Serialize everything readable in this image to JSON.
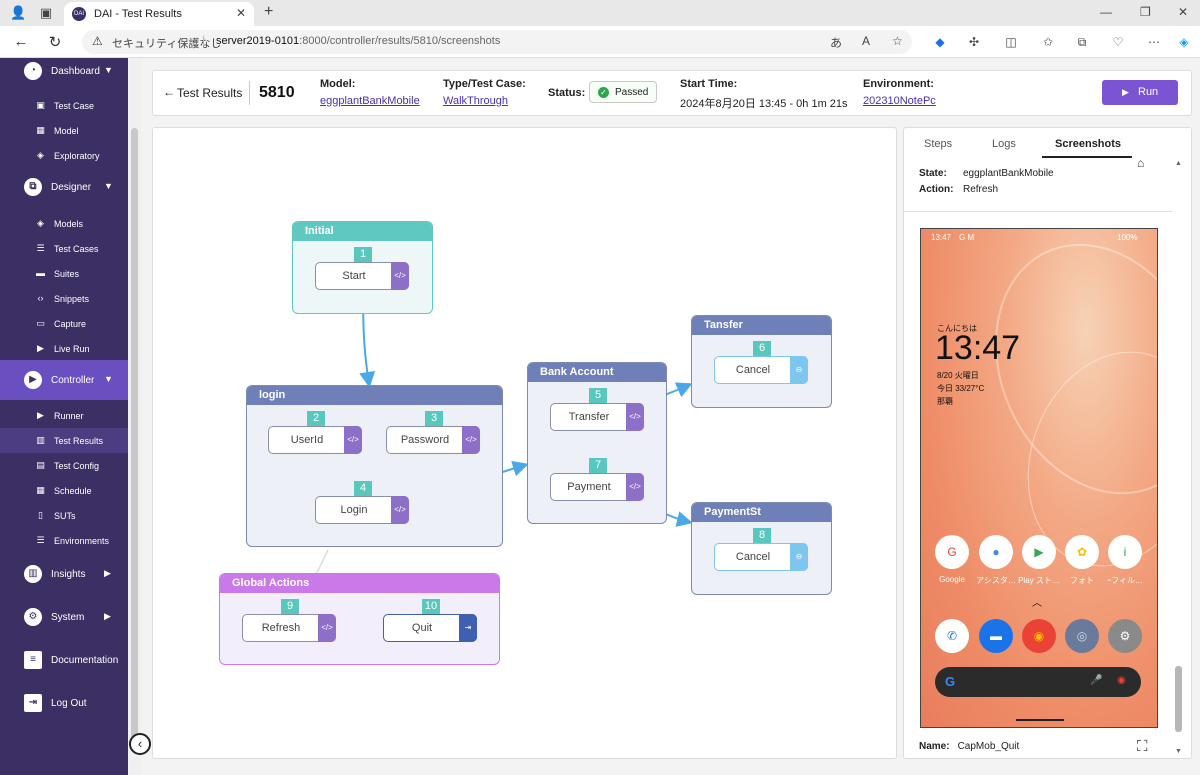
{
  "browser": {
    "tab_title": "DAI - Test Results",
    "tab_favicon": "DAI",
    "security_text": "セキュリティ保護なし",
    "url_host": "server2019-0101",
    "url_rest": ":8000/controller/results/5810/screenshots"
  },
  "sidebar": {
    "dashboard": "Dashboard",
    "test_case": "Test Case",
    "model": "Model",
    "exploratory": "Exploratory",
    "designer": "Designer",
    "models": "Models",
    "test_cases": "Test Cases",
    "suites": "Suites",
    "snippets": "Snippets",
    "capture": "Capture",
    "live_run": "Live Run",
    "controller": "Controller",
    "runner": "Runner",
    "test_results": "Test Results",
    "test_config": "Test Config",
    "schedule": "Schedule",
    "suts": "SUTs",
    "environments": "Environments",
    "insights": "Insights",
    "system": "System",
    "documentation": "Documentation",
    "logout": "Log Out"
  },
  "header": {
    "back_label": "Test Results",
    "run_id": "5810",
    "model_label": "Model:",
    "model_value": "eggplantBankMobile",
    "type_label": "Type/Test Case:",
    "type_value": "WalkThrough",
    "status_label": "Status:",
    "status_value": "Passed",
    "start_label": "Start Time:",
    "start_value": "2024年8月20日 13:45 - 0h 1m 21s",
    "env_label": "Environment:",
    "env_value": "202310NotePc",
    "run_button": "Run"
  },
  "diagram": {
    "states": {
      "initial": "Initial",
      "login": "login",
      "bank_account": "Bank Account",
      "tansfer": "Tansfer",
      "paymentst": "PaymentSt",
      "global_actions": "Global Actions"
    },
    "steps": [
      {
        "num": "1",
        "label": "Start"
      },
      {
        "num": "2",
        "label": "UserId"
      },
      {
        "num": "3",
        "label": "Password"
      },
      {
        "num": "4",
        "label": "Login"
      },
      {
        "num": "5",
        "label": "Transfer"
      },
      {
        "num": "6",
        "label": "Cancel"
      },
      {
        "num": "7",
        "label": "Payment"
      },
      {
        "num": "8",
        "label": "Cancel"
      },
      {
        "num": "9",
        "label": "Refresh"
      },
      {
        "num": "10",
        "label": "Quit"
      }
    ],
    "colors": {
      "initial_head": "#5fc8c0",
      "state_head": "#6f7fb8",
      "global_head": "#c97ae8",
      "snippet_icon": "#8e6fc8",
      "exit_icon": "#3f5fb0",
      "cancel_icon": "#7cc6f0",
      "arrow": "#4aa8e8"
    }
  },
  "panel": {
    "tabs": [
      "Steps",
      "Logs",
      "Screenshots"
    ],
    "state_label": "State:",
    "state_value": "eggplantBankMobile",
    "action_label": "Action:",
    "action_value": "Refresh",
    "name_label": "Name:",
    "name_value": "CapMob_Quit"
  },
  "phone": {
    "status_time": "13:47",
    "status_icons": "G M",
    "battery": "100%",
    "greeting": "こんにちは",
    "clock": "13:47",
    "date": "8/20 火曜日",
    "weather": "今日  33/27°C",
    "location": "那覇",
    "apps": [
      "Google",
      "アシスタ…",
      "Play スト…",
      "フォト",
      "ｰフィル…"
    ]
  }
}
